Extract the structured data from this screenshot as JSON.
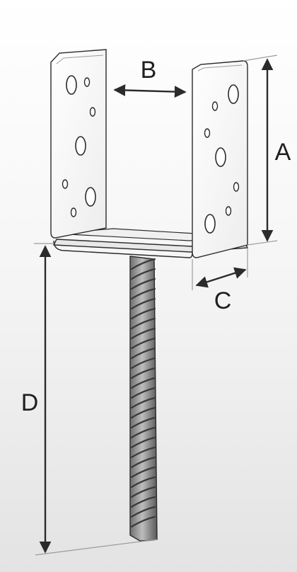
{
  "dimensions": {
    "a": "A",
    "b": "B",
    "c": "C",
    "d": "D"
  },
  "colors": {
    "outline": "#2b2b2b",
    "plate_fill": "#fafafa",
    "rebar_fill": "#9a9a9a",
    "rebar_dark": "#4a4a4a",
    "dimension_line": "#2b2b2b",
    "extension_line": "#9c9c9c"
  }
}
